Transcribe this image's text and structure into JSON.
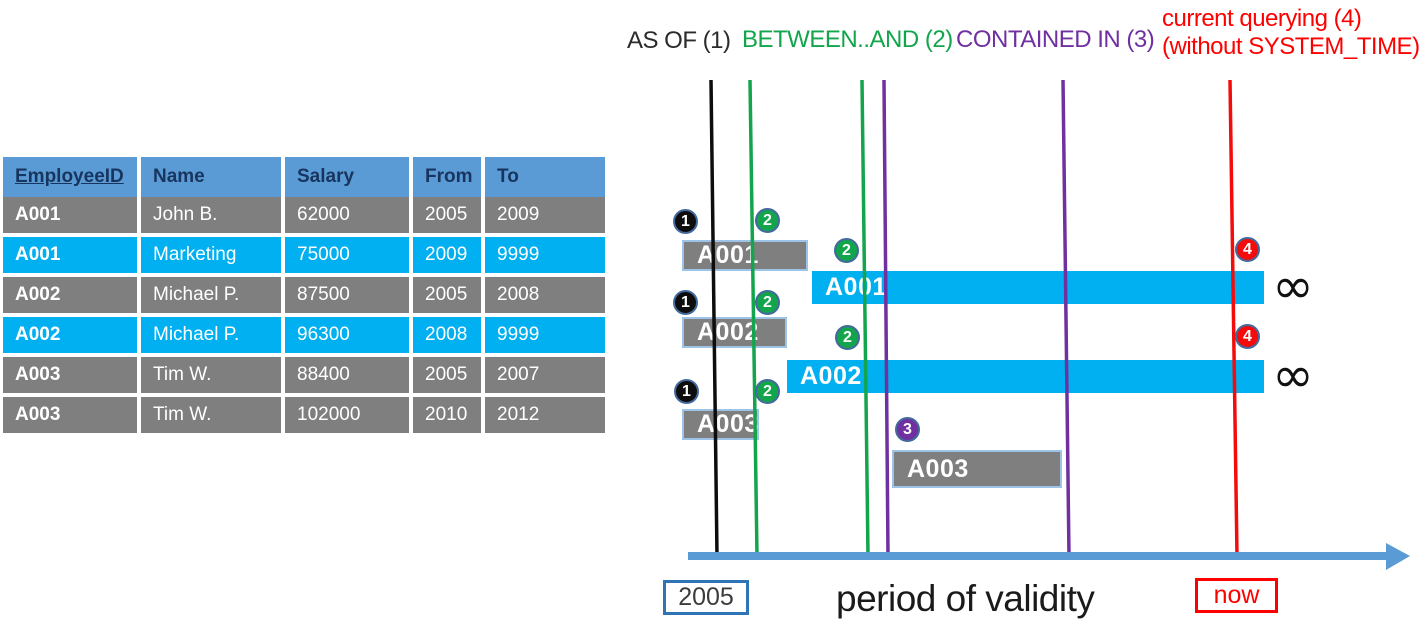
{
  "table": {
    "headers": [
      "EmployeeID",
      "Name",
      "Salary",
      "From",
      "To"
    ],
    "rows": [
      {
        "employee_id": "A001",
        "name": "John B.",
        "salary": "62000",
        "from": "2005",
        "to": "2009",
        "highlight": "gray"
      },
      {
        "employee_id": "A001",
        "name": "Marketing",
        "salary": "75000",
        "from": "2009",
        "to": "9999",
        "highlight": "cyan"
      },
      {
        "employee_id": "A002",
        "name": "Michael P.",
        "salary": "87500",
        "from": "2005",
        "to": "2008",
        "highlight": "gray"
      },
      {
        "employee_id": "A002",
        "name": "Michael P.",
        "salary": "96300",
        "from": "2008",
        "to": "9999",
        "highlight": "cyan"
      },
      {
        "employee_id": "A003",
        "name": "Tim W.",
        "salary": "88400",
        "from": "2005",
        "to": "2007",
        "highlight": "gray"
      },
      {
        "employee_id": "A003",
        "name": "Tim W.",
        "salary": "102000",
        "from": "2010",
        "to": "2012",
        "highlight": "gray"
      }
    ]
  },
  "legend": {
    "as_of": "AS OF (1)",
    "between_and": "BETWEEN..AND (2)",
    "contained_in": "CONTAINED IN (3)",
    "current_line1": "current querying (4)",
    "current_line2": "(without SYSTEM_TIME)"
  },
  "diagram": {
    "bars": [
      {
        "label": "A001",
        "style": "gray"
      },
      {
        "label": "A001",
        "style": "cyan",
        "open_ended": true
      },
      {
        "label": "A002",
        "style": "gray"
      },
      {
        "label": "A002",
        "style": "cyan",
        "open_ended": true
      },
      {
        "label": "A003",
        "style": "gray"
      },
      {
        "label": "A003",
        "style": "gray"
      }
    ],
    "badges": [
      {
        "n": "1",
        "color": "black"
      },
      {
        "n": "2",
        "color": "green"
      },
      {
        "n": "2",
        "color": "green"
      },
      {
        "n": "1",
        "color": "black"
      },
      {
        "n": "2",
        "color": "green"
      },
      {
        "n": "2",
        "color": "green"
      },
      {
        "n": "1",
        "color": "black"
      },
      {
        "n": "2",
        "color": "green"
      },
      {
        "n": "3",
        "color": "purple"
      },
      {
        "n": "4",
        "color": "red"
      },
      {
        "n": "4",
        "color": "red"
      }
    ],
    "infinity": "∞",
    "axis": {
      "start_label": "2005",
      "title": "period of validity",
      "end_label": "now"
    }
  },
  "colors": {
    "header_blue": "#5B9BD5",
    "header_text": "#17355E",
    "row_gray": "#7F7F7F",
    "row_cyan": "#00B0F0",
    "green": "#12A54C",
    "purple": "#7030A0",
    "red": "#FF0000",
    "black_line": "#0d0d0d",
    "axis_blue": "#5B9BD5",
    "bar_border": "#9DC3E6",
    "box_2005_border": "#2E75B6"
  }
}
